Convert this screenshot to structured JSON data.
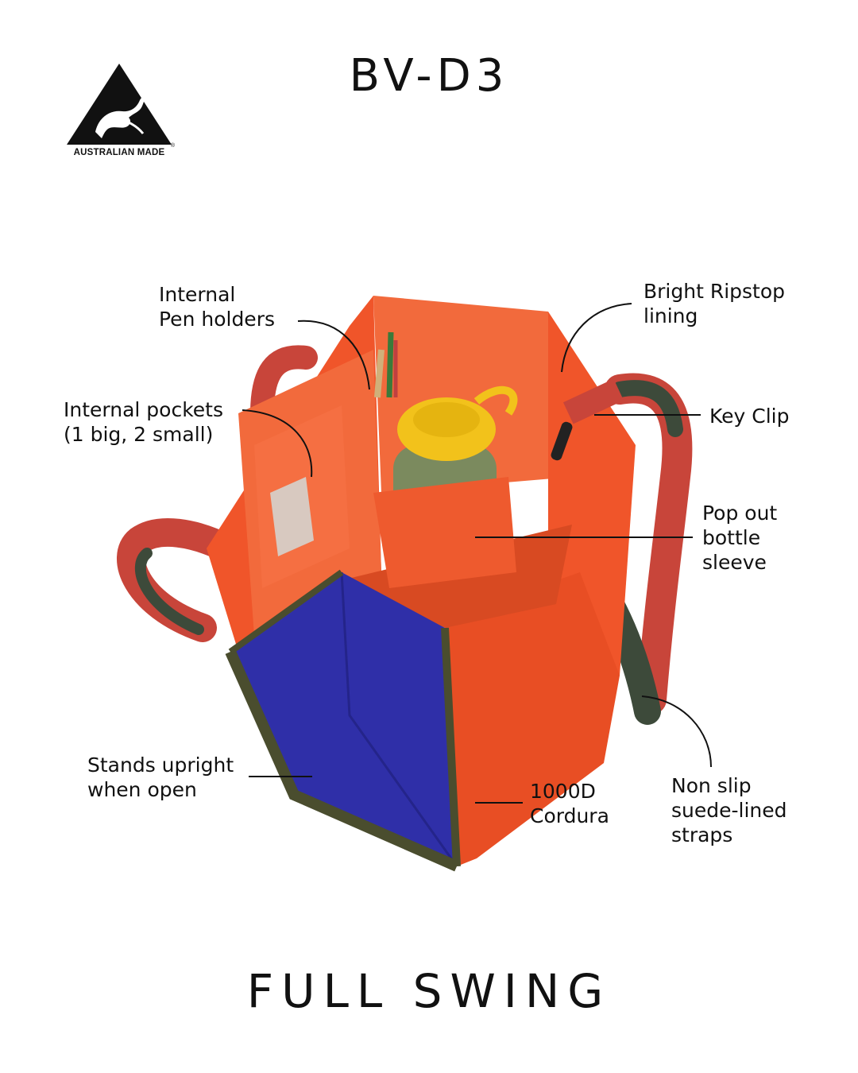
{
  "header": {
    "title": "BV-D3"
  },
  "logo": {
    "icon": "kangaroo-triangle-icon",
    "text": "AUSTRALIAN MADE",
    "reg_mark": "®"
  },
  "callouts": {
    "pen_holders": [
      "Internal",
      "Pen holders"
    ],
    "ripstop": [
      "Bright Ripstop",
      "lining"
    ],
    "pockets": [
      "Internal pockets",
      "(1 big, 2 small)"
    ],
    "key_clip": [
      "Key Clip"
    ],
    "bottle_sleeve": [
      "Pop out",
      "bottle",
      "sleeve"
    ],
    "upright": [
      "Stands upright",
      "when open"
    ],
    "cordura": [
      "1000D",
      "Cordura"
    ],
    "straps": [
      "Non slip",
      "suede-lined",
      "straps"
    ]
  },
  "footer": {
    "brand": "FULL SWING"
  },
  "colors": {
    "bag_orange": "#f0552a",
    "bag_orange_dark": "#c9401c",
    "inner_orange": "#f26a3c",
    "blue_panel": "#2f2fa8",
    "olive_trim": "#4a4d2e",
    "strap_red": "#c8453a",
    "suede_green": "#3d4a3a",
    "bottle_green": "#7b8a5e",
    "bottle_cap_yellow": "#f2c21b",
    "text": "#111111"
  }
}
